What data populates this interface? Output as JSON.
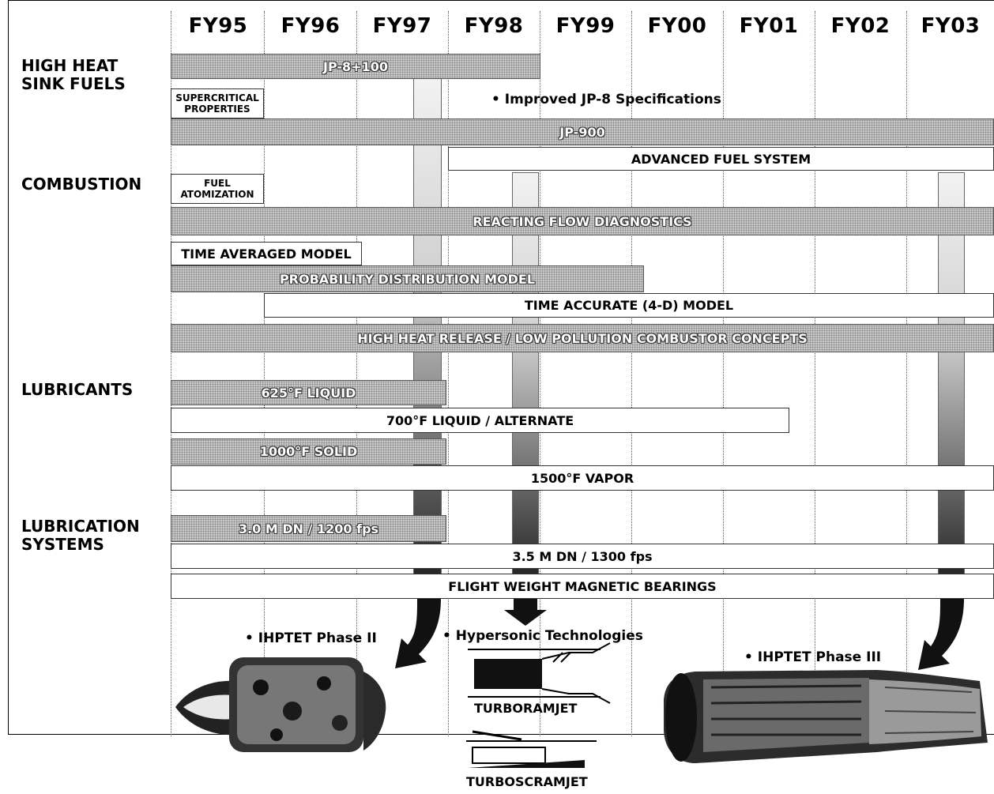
{
  "years": [
    "FY95",
    "FY96",
    "FY97",
    "FY98",
    "FY99",
    "FY00",
    "FY01",
    "FY02",
    "FY03"
  ],
  "categories": {
    "high_heat_sink_fuels": "HIGH HEAT\nSINK FUELS",
    "combustion": "COMBUSTION",
    "lubricants": "LUBRICANTS",
    "lubrication_systems": "LUBRICATION\nSYSTEMS"
  },
  "bars": {
    "jp8_100": "JP-8+100",
    "supercritical_properties": "SUPERCRITICAL PROPERTIES",
    "jp900": "JP-900",
    "advanced_fuel_system": "ADVANCED FUEL SYSTEM",
    "fuel_atomization": "FUEL ATOMIZATION",
    "reacting_flow_diagnostics": "REACTING FLOW DIAGNOSTICS",
    "time_averaged_model": "TIME AVERAGED MODEL",
    "probability_distribution_model": "PROBABILITY DISTRIBUTION MODEL",
    "time_accurate_model": "TIME ACCURATE (4-D) MODEL",
    "high_heat_release": "HIGH HEAT RELEASE / LOW POLLUTION COMBUSTOR CONCEPTS",
    "liquid_625": "625°F LIQUID",
    "liquid_700": "700°F LIQUID / ALTERNATE",
    "solid_1000": "1000°F SOLID",
    "vapor_1500": "1500°F VAPOR",
    "dn_3_0": "3.0 M DN / 1200 fps",
    "dn_3_5": "3.5 M DN / 1300 fps",
    "magnetic_bearings": "FLIGHT WEIGHT MAGNETIC BEARINGS"
  },
  "notes": {
    "improved_jp8": "• Improved JP-8 Specifications",
    "ihptet_phase2": "• IHPTET Phase II",
    "hypersonic": "• Hypersonic Technologies",
    "ihptet_phase3": "• IHPTET Phase III"
  },
  "engine_labels": {
    "turboramjet": "TURBORAMJET",
    "turboscramjet": "TURBOSCRAMJET"
  }
}
